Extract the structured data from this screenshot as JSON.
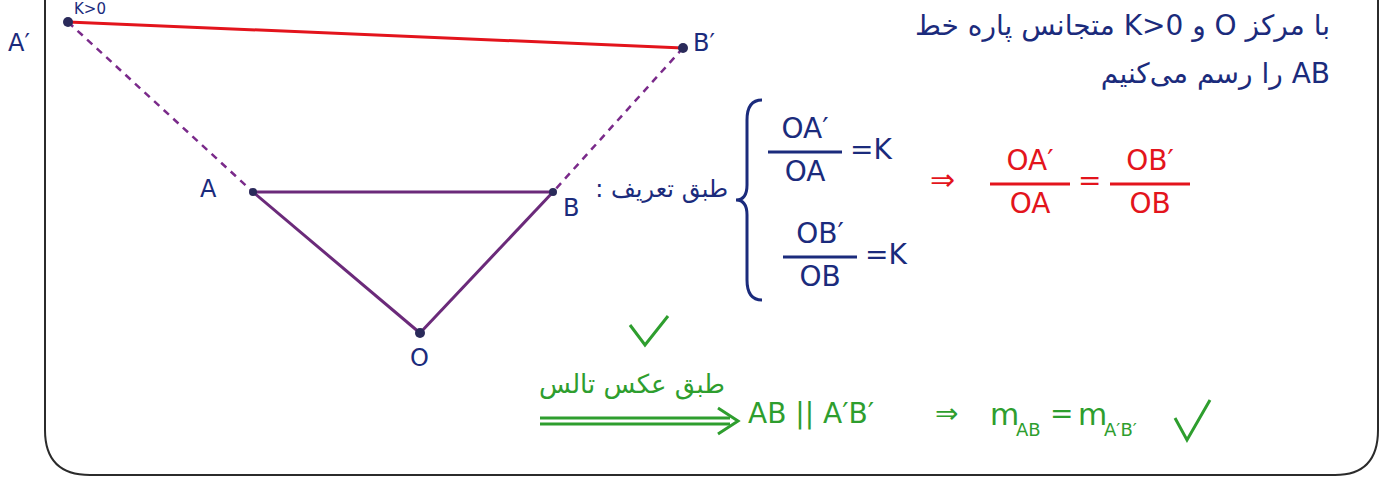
{
  "diagram": {
    "labels": [
      "K>0",
      "A′",
      "B′",
      "A",
      "B",
      "O",
      "با مرکز O و K>0 متجانس پاره خط",
      "AB را رسم می‌کنیم",
      "طبق تعریف :",
      "OA′",
      "OA",
      "=K",
      "OB′",
      "OB",
      "=K",
      "⇒",
      "OA′",
      "OA",
      "=",
      "OB′",
      "OB",
      "طبق عکس تالس",
      "AB || A′B′",
      "⇒",
      "m",
      "AB",
      "=",
      "m",
      "A′B′"
    ]
  }
}
